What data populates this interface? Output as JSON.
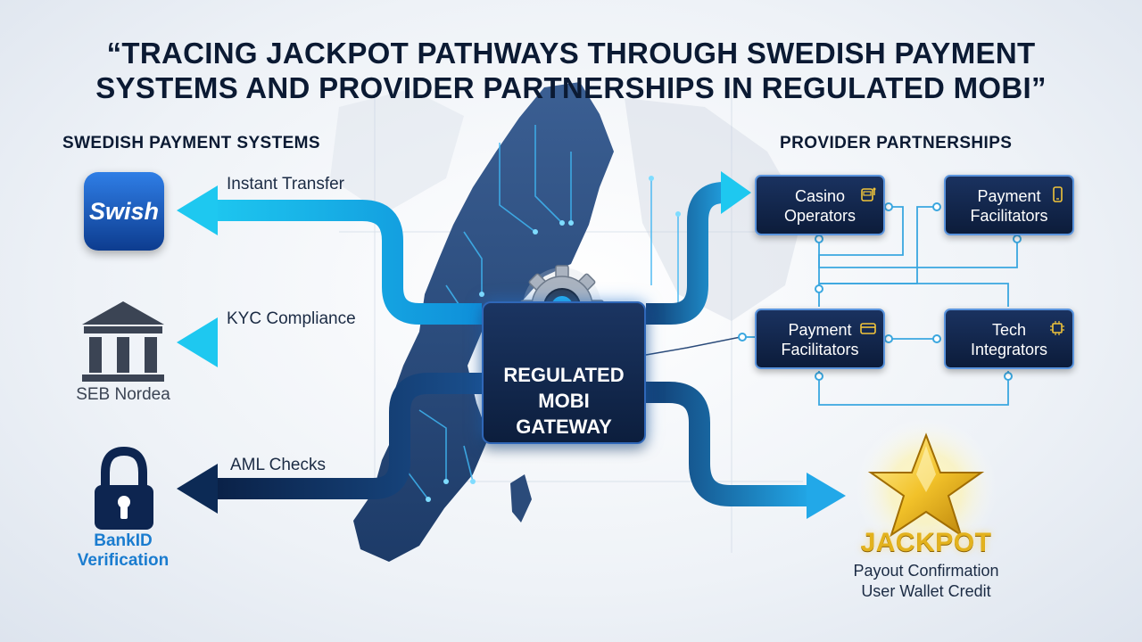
{
  "title": {
    "line1": "“TRACING JACKPOT PATHWAYS THROUGH SWEDISH PAYMENT",
    "line2": "SYSTEMS AND PROVIDER PARTNERSHIPS IN REGULATED MOBI”"
  },
  "left_section": {
    "heading": "SWEDISH PAYMENT SYSTEMS",
    "items": [
      {
        "icon": "swish-logo",
        "logo_text": "Swish",
        "arrow_label": "Instant Transfer"
      },
      {
        "icon": "bank-building-icon",
        "caption": "SEB Nordea",
        "arrow_label": "KYC Compliance"
      },
      {
        "icon": "padlock-icon",
        "caption_line1": "BankID",
        "caption_line2": "Verification",
        "arrow_label": "AML Checks"
      }
    ]
  },
  "gateway": {
    "line1": "REGULATED",
    "line2": "MOBI",
    "line3": "GATEWAY",
    "icon": "gear-icon"
  },
  "right_section": {
    "heading": "PROVIDER PARTNERSHIPS",
    "boxes": [
      {
        "line1": "Casino",
        "line2": "Operators",
        "icon": "slot-machine-icon"
      },
      {
        "line1": "Payment",
        "line2": "Facilitators",
        "icon": "phone-icon"
      },
      {
        "line1": "Payment",
        "line2": "Facilitators",
        "icon": "card-icon"
      },
      {
        "line1": "Tech",
        "line2": "Integrators",
        "icon": "chip-icon"
      }
    ]
  },
  "jackpot": {
    "word": "JACKPOT",
    "line1": "Payout Confirmation",
    "line2": "User Wallet Credit",
    "icon": "star-icon"
  },
  "colors": {
    "cyan_arrow": "#1ec8f0",
    "navy_arrow": "#0c2a55",
    "box_fill": "#0f2448",
    "box_border": "#5b95de",
    "gold": "#e3b21d",
    "title": "#0b1a33"
  }
}
